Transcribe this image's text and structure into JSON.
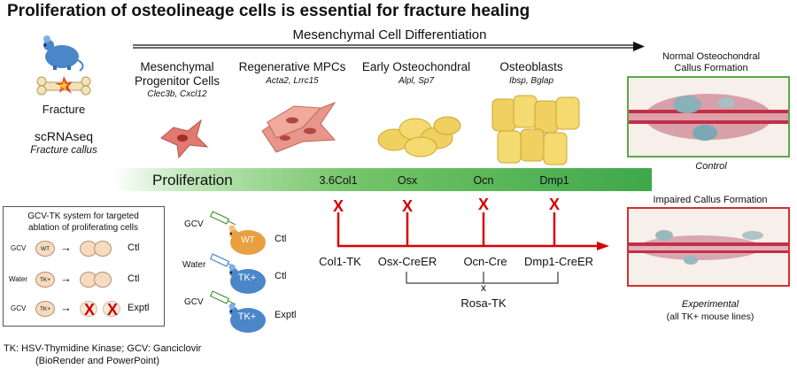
{
  "title": "Proliferation of osteolineage cells is essential for fracture healing",
  "differentiation_label": "Mesenchymal Cell Differentiation",
  "fracture": {
    "label": "Fracture",
    "method": "scRNAseq",
    "sample": "Fracture callus"
  },
  "stages": [
    {
      "name_lines": [
        "Mesenchymal",
        "Progenitor Cells"
      ],
      "genes": "Clec3b, Cxcl12"
    },
    {
      "name_lines": [
        "Regenerative MPCs"
      ],
      "genes": "Acta2, Lrrc15"
    },
    {
      "name_lines": [
        "Early Osteochondral"
      ],
      "genes": "Alpl, Sp7"
    },
    {
      "name_lines": [
        "Osteoblasts"
      ],
      "genes": "Ibsp, Bglap"
    }
  ],
  "proliferation_label": "Proliferation",
  "markers": [
    "3.6Col1",
    "Osx",
    "Ocn",
    "Dmp1"
  ],
  "red_x": "X",
  "lines": [
    "Col1-TK",
    "Osx-CreER",
    "Ocn-Cre",
    "Dmp1-CreER"
  ],
  "cross_x": "x",
  "rosa": "Rosa-TK",
  "gcv_box": {
    "title_lines": [
      "GCV-TK system for targeted",
      "ablation of proliferating cells"
    ],
    "rows": [
      {
        "treatment": "GCV",
        "cell_label": "WT",
        "outcome": "Ctl"
      },
      {
        "treatment": "Water",
        "cell_label": "TK+",
        "outcome": "Ctl"
      },
      {
        "treatment": "GCV",
        "cell_label": "TK+",
        "outcome": "Exptl"
      }
    ]
  },
  "mice_groups": [
    {
      "treatment": "GCV",
      "mouse_label": "WT",
      "outcome": "Ctl",
      "color": "#e8a040"
    },
    {
      "treatment": "Water",
      "mouse_label": "TK+",
      "outcome": "Ctl",
      "color": "#4a86c8"
    },
    {
      "treatment": "GCV",
      "mouse_label": "TK+",
      "outcome": "Exptl",
      "color": "#4a86c8"
    }
  ],
  "normal": {
    "title_lines": [
      "Normal Osteochondral",
      "Callus Formation"
    ],
    "caption": "Control",
    "border": "#5aaa46"
  },
  "impaired": {
    "title": "Impaired Callus Formation",
    "caption": "Experimental",
    "sub": "(all TK+ mouse lines)",
    "border": "#d03030"
  },
  "footnote_lines": [
    "TK: HSV-Thymidine Kinase; GCV: Ganciclovir",
    "(BioRender and PowerPoint)"
  ],
  "colors": {
    "red": "#d80000",
    "prolif_green": "#3ea84a",
    "cell_yellow": "#f0d060",
    "cell_pink": "#e89080",
    "mouse_blue": "#4a86c8"
  }
}
